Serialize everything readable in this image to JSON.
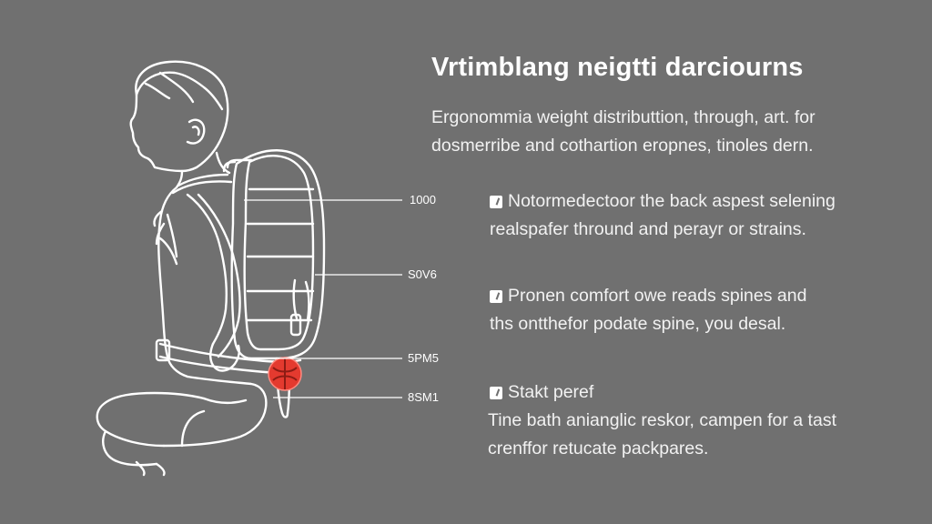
{
  "title": "Vrtimblang neigtti darciourns",
  "intro": [
    "Ergonommia weight distributtion, through, art. for",
    "dosmerribe and cothartion eropnes, tinoles dern."
  ],
  "callouts": [
    "1000",
    "S0V6",
    "5PM5",
    "8SM1"
  ],
  "features": [
    {
      "lines": [
        "Notormedectoor the back aspest selening",
        "realspafer thround and perayr or strains."
      ]
    },
    {
      "lines": [
        "Pronen comfort owe reads spines and",
        "ths ontthefor podate spine, you desal."
      ]
    },
    {
      "heading": "Stakt peref",
      "lines": [
        "Tine bath anianglic reskor, campen for a tast",
        "crenffor retucate packpares."
      ]
    }
  ],
  "colors": {
    "background": "#707070",
    "text": "#ffffff",
    "highlight": "#e43a2f"
  },
  "icons": [
    "checkbox-icon",
    "pressure-point-icon"
  ]
}
